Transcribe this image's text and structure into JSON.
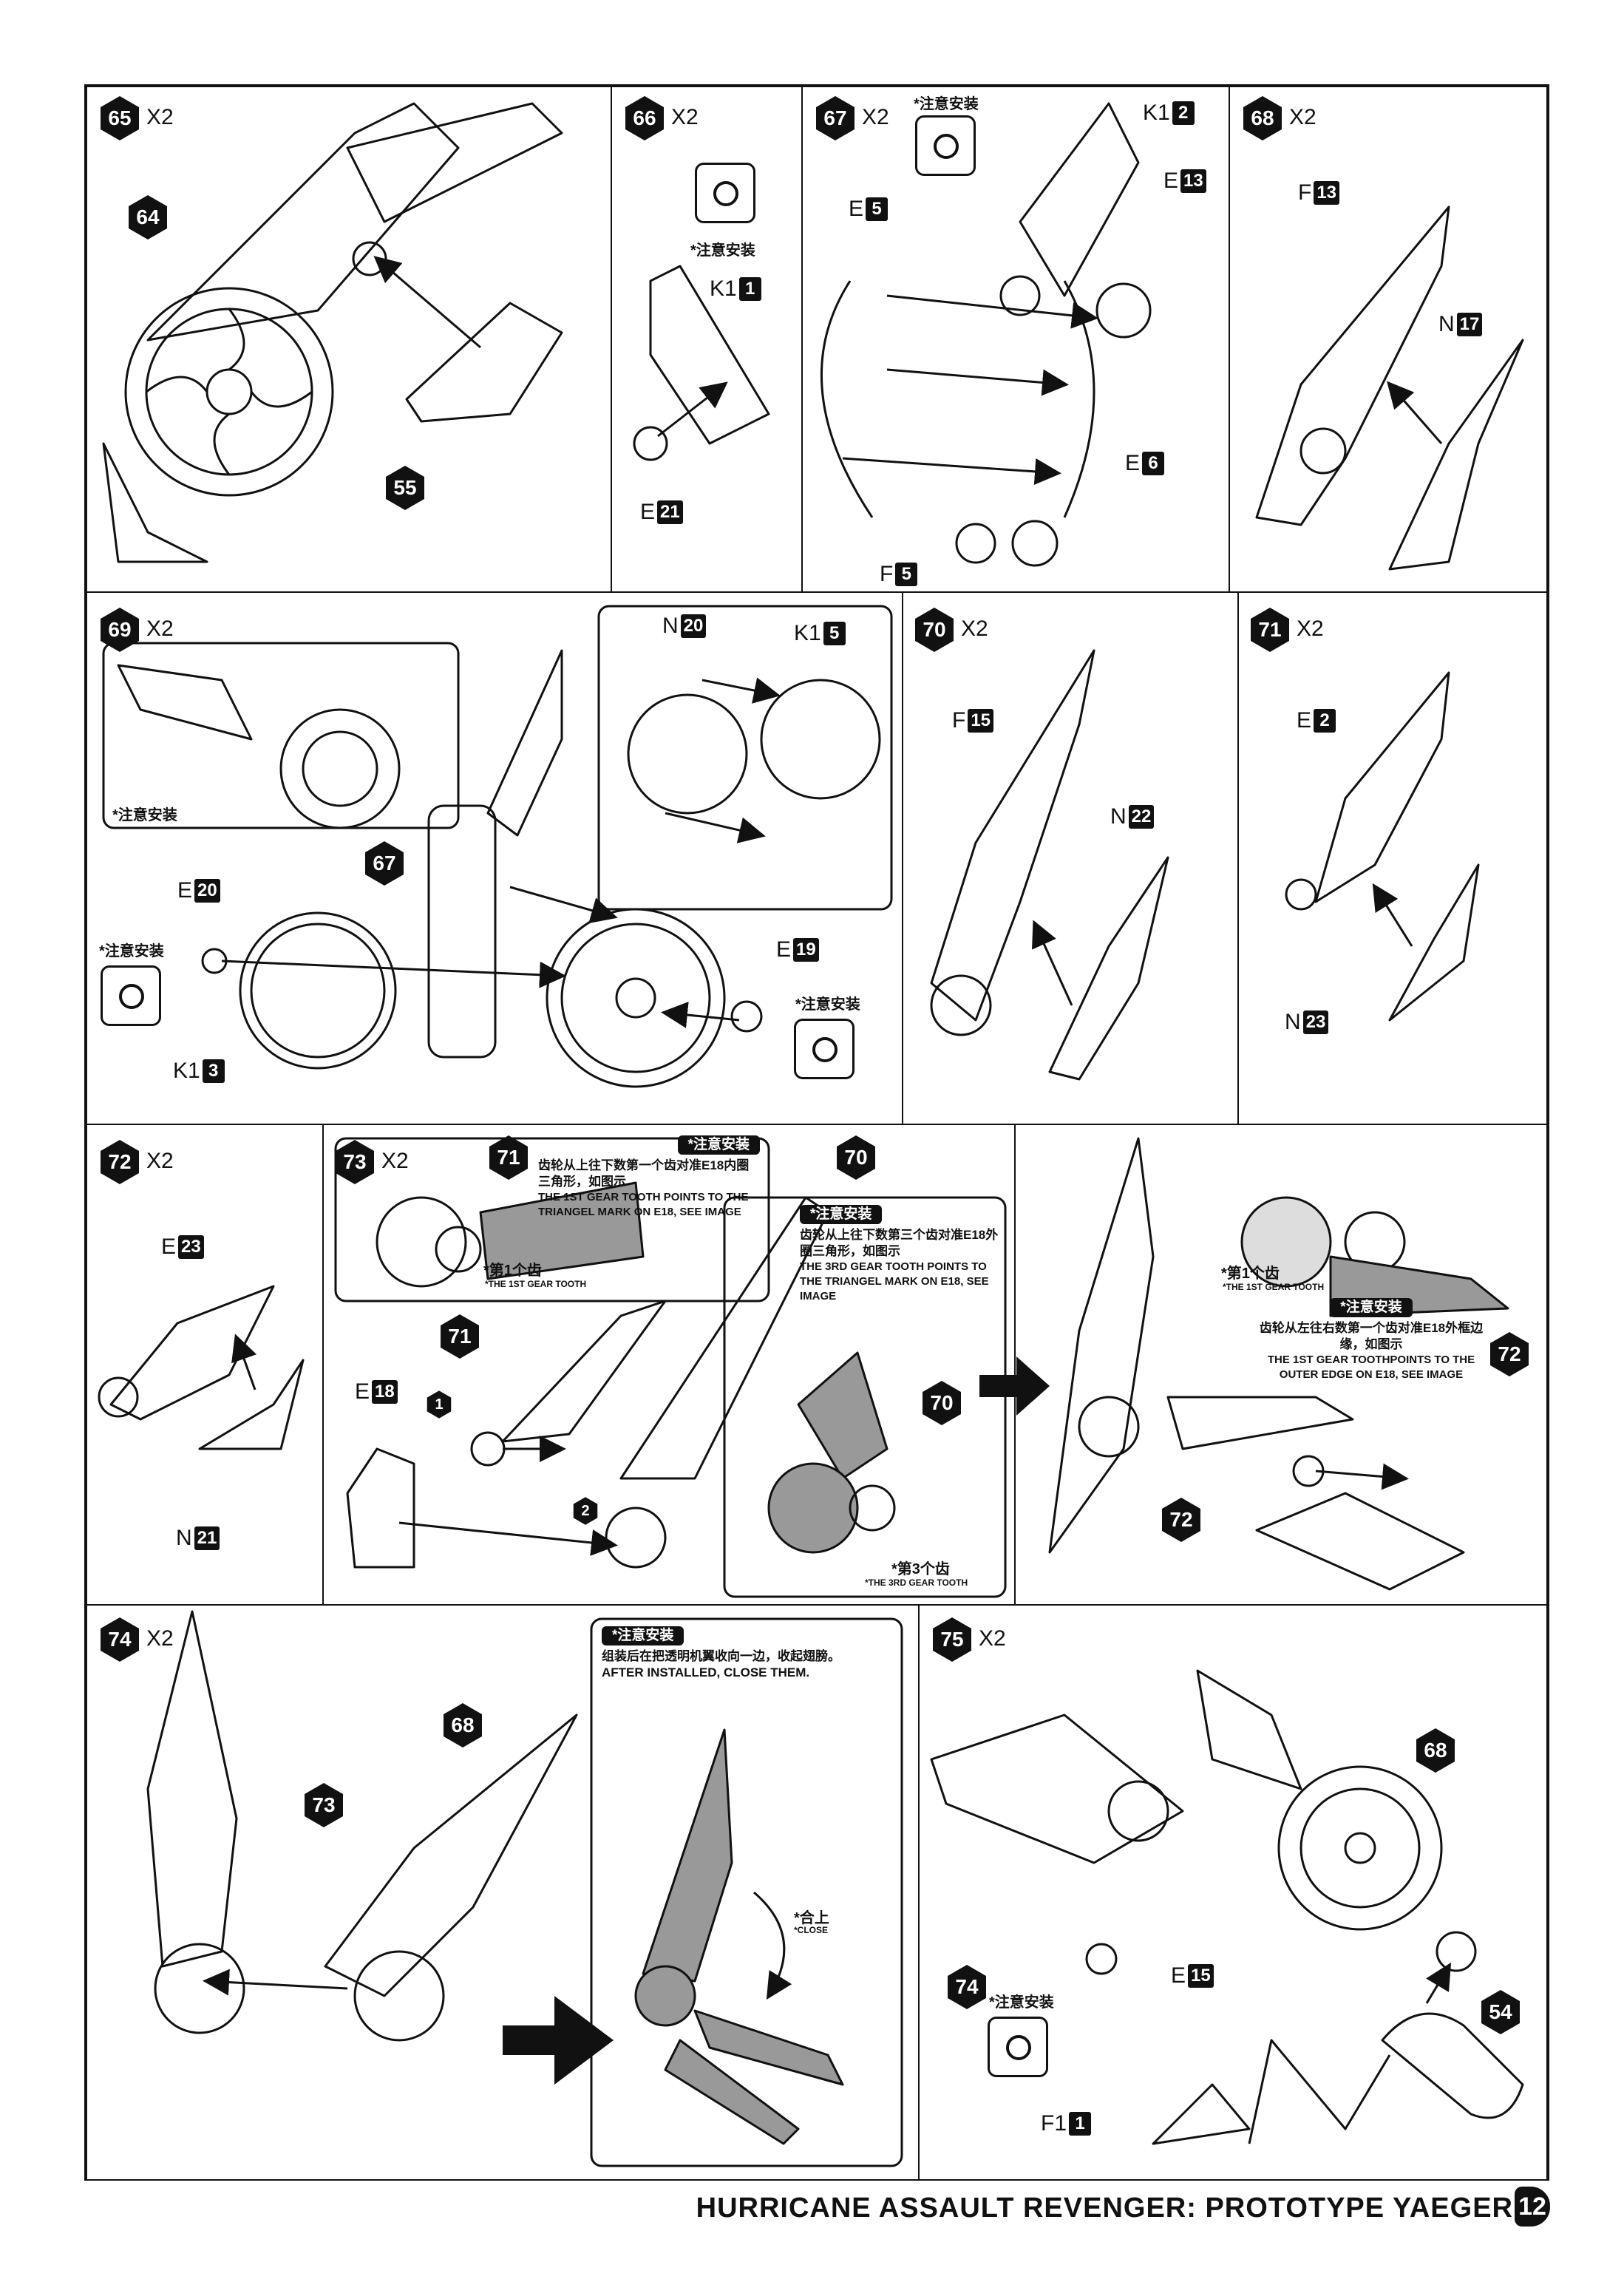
{
  "steps": {
    "s65": {
      "num": "65",
      "qty": "X2"
    },
    "s66": {
      "num": "66",
      "qty": "X2"
    },
    "s67": {
      "num": "67",
      "qty": "X2"
    },
    "s68": {
      "num": "68",
      "qty": "X2"
    },
    "s69": {
      "num": "69",
      "qty": "X2"
    },
    "s70": {
      "num": "70",
      "qty": "X2"
    },
    "s71": {
      "num": "71",
      "qty": "X2"
    },
    "s72": {
      "num": "72",
      "qty": "X2"
    },
    "s73": {
      "num": "73",
      "qty": "X2"
    },
    "s74": {
      "num": "74",
      "qty": "X2"
    },
    "s75": {
      "num": "75",
      "qty": "X2"
    }
  },
  "refs": {
    "r64": "64",
    "r55": "55",
    "r67": "67",
    "r71a": "71",
    "r71b": "71",
    "r70a": "70",
    "r70b": "70",
    "r72a": "72",
    "r72b": "72",
    "r68a": "68",
    "r73": "73",
    "r68b": "68",
    "r74": "74",
    "r54": "54",
    "step1": "1",
    "step2": "2"
  },
  "parts": {
    "p66_k1": {
      "letter": "K1",
      "num": "1"
    },
    "p66_e21": {
      "letter": "E",
      "num": "21"
    },
    "p67_k1": {
      "letter": "K1",
      "num": "2"
    },
    "p67_e13": {
      "letter": "E",
      "num": "13"
    },
    "p67_e5": {
      "letter": "E",
      "num": "5"
    },
    "p67_e6": {
      "letter": "E",
      "num": "6"
    },
    "p67_f5": {
      "letter": "F",
      "num": "5"
    },
    "p68_f13": {
      "letter": "F",
      "num": "13"
    },
    "p68_n17": {
      "letter": "N",
      "num": "17"
    },
    "p69_n20": {
      "letter": "N",
      "num": "20"
    },
    "p69_k1_5": {
      "letter": "K1",
      "num": "5"
    },
    "p69_e20": {
      "letter": "E",
      "num": "20"
    },
    "p69_e19": {
      "letter": "E",
      "num": "19"
    },
    "p69_k1_3": {
      "letter": "K1",
      "num": "3"
    },
    "p70_f15": {
      "letter": "F",
      "num": "15"
    },
    "p70_n22": {
      "letter": "N",
      "num": "22"
    },
    "p71_e2": {
      "letter": "E",
      "num": "2"
    },
    "p71_n23": {
      "letter": "N",
      "num": "23"
    },
    "p72_e23": {
      "letter": "E",
      "num": "23"
    },
    "p72_n21": {
      "letter": "N",
      "num": "21"
    },
    "p73_e18": {
      "letter": "E",
      "num": "18"
    },
    "p75_e15": {
      "letter": "E",
      "num": "15"
    },
    "p75_f1": {
      "letter": "F1",
      "num": "1"
    }
  },
  "notes": {
    "attention": "*注意安装",
    "gear1_zh": "齿轮从上往下数第一个齿对准E18内圈三角形，如图示",
    "gear1_en": "THE 1ST GEAR TOOTH POINTS TO THE TRIANGEL MARK ON E18, SEE IMAGE",
    "first_tooth_zh": "*第1个齿",
    "first_tooth_en": "*THE 1ST GEAR TOOTH",
    "gear3_zh": "齿轮从上往下数第三个齿对准E18外圈三角形，如图示",
    "gear3_en": "THE 3RD GEAR TOOTH POINTS TO THE TRIANGEL MARK ON E18, SEE IMAGE",
    "third_tooth_zh": "*第3个齿",
    "third_tooth_en": "*THE 3RD GEAR TOOTH",
    "edge_zh": "齿轮从左往右数第一个齿对准E18外框边缘，如图示",
    "edge_en": "THE 1ST GEAR TOOTHPOINTS TO THE OUTER EDGE ON E18, SEE IMAGE",
    "close_zh": "组装后在把透明机翼收向一边，收起翅膀。",
    "close_en": "AFTER INSTALLED, CLOSE THEM.",
    "close_label_zh": "*合上",
    "close_label_en": "*CLOSE"
  },
  "footer": {
    "title": "HURRICANE ASSAULT REVENGER: PROTOTYPE YAEGER",
    "page": "12"
  }
}
